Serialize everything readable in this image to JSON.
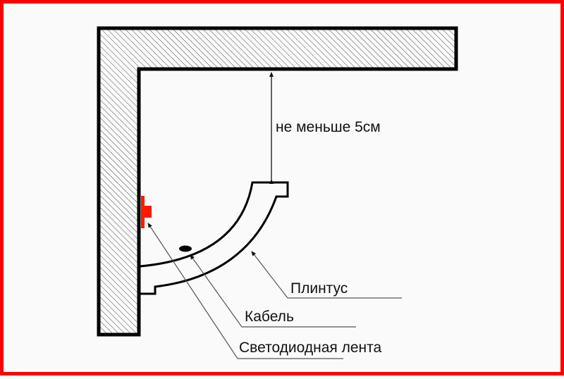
{
  "diagram": {
    "labels": {
      "clearance": "не меньше 5см",
      "molding": "Плинтус",
      "cable": "Кабель",
      "led_strip": "Светодиодная лента"
    },
    "colors": {
      "frame_border": "#ff0000",
      "led_strip": "#ff1a00",
      "wall_outline": "#000000",
      "background": "#fafafa",
      "leader_lines": "#555555"
    }
  }
}
